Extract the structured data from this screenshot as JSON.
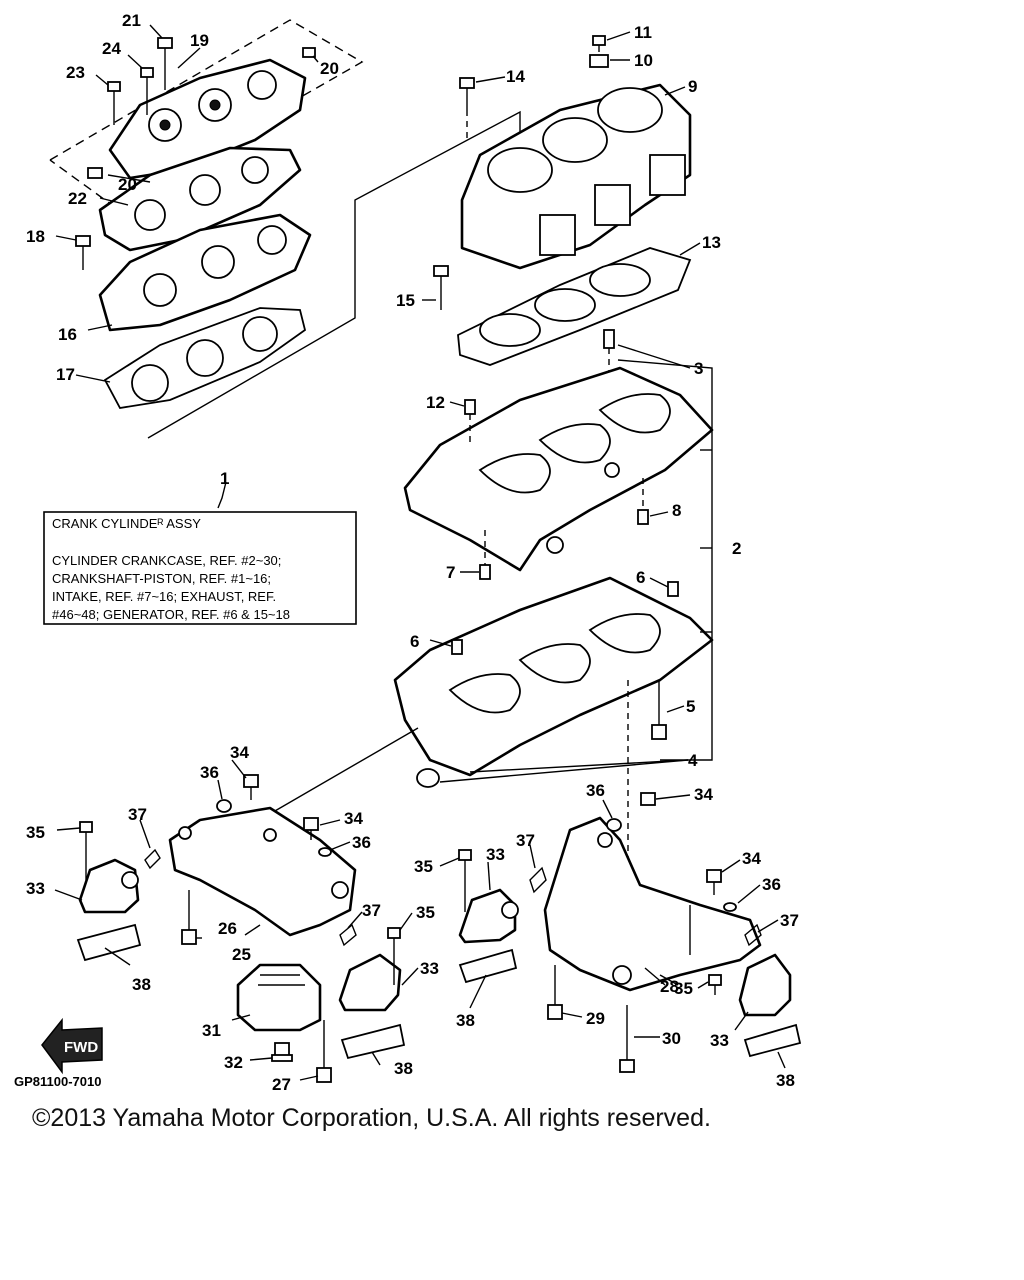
{
  "callouts": {
    "c1": "1",
    "c2": "2",
    "c3": "3",
    "c4": "4",
    "c5": "5",
    "c6a": "6",
    "c6b": "6",
    "c7": "7",
    "c8": "8",
    "c9": "9",
    "c10": "10",
    "c11": "11",
    "c12": "12",
    "c13": "13",
    "c14": "14",
    "c15": "15",
    "c16": "16",
    "c17": "17",
    "c18": "18",
    "c19": "19",
    "c20a": "20",
    "c20b": "20",
    "c21": "21",
    "c22": "22",
    "c23": "23",
    "c24": "24",
    "c25": "25",
    "c26": "26",
    "c27": "27",
    "c28": "28",
    "c29": "29",
    "c30": "30",
    "c31": "31",
    "c32": "32",
    "c33a": "33",
    "c33b": "33",
    "c33c": "33",
    "c33d": "33",
    "c34a": "34",
    "c34b": "34",
    "c34c": "34",
    "c34d": "34",
    "c35a": "35",
    "c35b": "35",
    "c35c": "35",
    "c35d": "35",
    "c36a": "36",
    "c36b": "36",
    "c36c": "36",
    "c36d": "36",
    "c37a": "37",
    "c37b": "37",
    "c37c": "37",
    "c37d": "37",
    "c38a": "38",
    "c38b": "38",
    "c38c": "38",
    "c38d": "38"
  },
  "assy_box": {
    "title": "CRANK CYLINDEᴿ ASSY",
    "lines": [
      "CYLINDER CRANKCASE, REF. #2~30;",
      "CRANKSHAFT-PISTON, REF. #1~16;",
      "INTAKE, REF. #7~16; EXHAUST, REF.",
      "#46~48; GENERATOR, REF. #6 & 15~18"
    ]
  },
  "fwd_label": "FWD",
  "diagram_code": "GP81100-7010",
  "copyright": "©2013 Yamaha Motor Corporation, U.S.A. All rights reserved."
}
